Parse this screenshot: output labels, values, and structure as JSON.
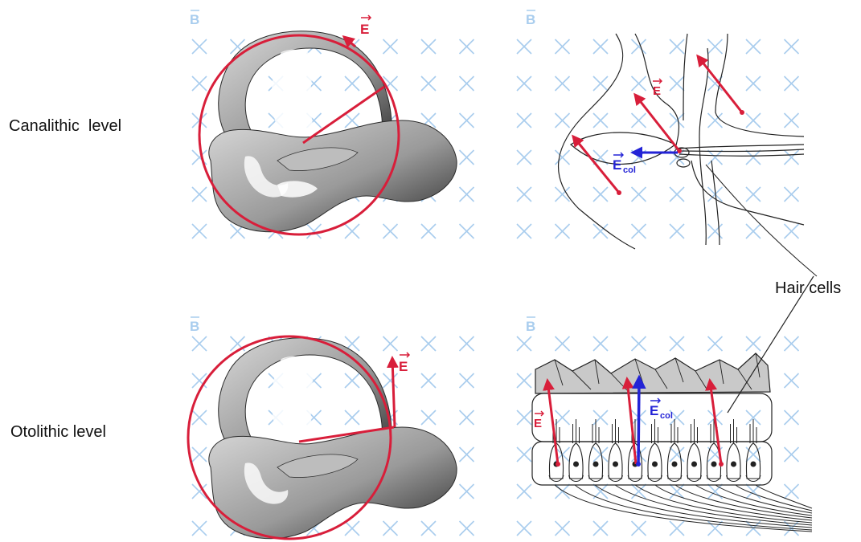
{
  "rows": {
    "canalithic": "Canalithic  level",
    "otolithic": "Otolithic level"
  },
  "callout": "Hair cells",
  "vector_labels": {
    "b_field": "B",
    "e_field": "E",
    "e_col_main": "E",
    "e_col_sub": "col"
  },
  "colors": {
    "magnetic_field_cross": "#a9cdee",
    "b_label": "#a9cdee",
    "e_arrow": "#d81e3a",
    "e_col_arrow": "#2323d6",
    "outline": "#222222",
    "labyrinth_fill": "#8c8c8c"
  },
  "panels": [
    {
      "name": "canalithic-labyrinth",
      "icon": "inner-ear-labyrinth-icon"
    },
    {
      "name": "canalithic-cupula",
      "icon": "cupula-hair-cell-icon"
    },
    {
      "name": "otolithic-labyrinth",
      "icon": "inner-ear-labyrinth-icon"
    },
    {
      "name": "otolithic-macula",
      "icon": "otolith-macula-icon"
    }
  ]
}
